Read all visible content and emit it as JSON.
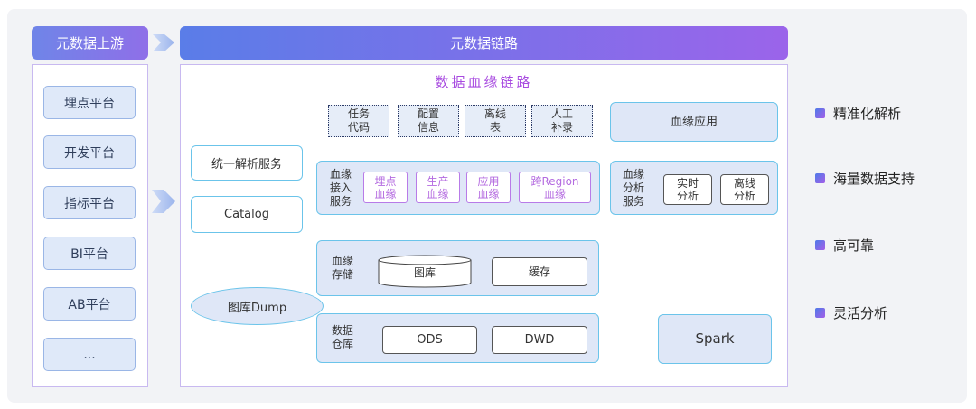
{
  "header": {
    "upstream_title": "元数据上游",
    "chain_title": "元数据链路"
  },
  "upstream": {
    "items": [
      "埋点平台",
      "开发平台",
      "指标平台",
      "BI平台",
      "AB平台",
      "..."
    ]
  },
  "main": {
    "title": "数据血缘链路",
    "sources": [
      {
        "line1": "任务",
        "line2": "代码"
      },
      {
        "line1": "配置",
        "line2": "信息"
      },
      {
        "line1": "离线",
        "line2": "表"
      },
      {
        "line1": "人工",
        "line2": "补录"
      }
    ],
    "unified_service": "统一解析服务",
    "catalog": "Catalog",
    "access": {
      "label_lines": [
        "血缘",
        "接入",
        "服务"
      ],
      "items": [
        {
          "line1": "埋点",
          "line2": "血缘"
        },
        {
          "line1": "生产",
          "line2": "血缘"
        },
        {
          "line1": "应用",
          "line2": "血缘"
        },
        {
          "line1": "跨Region",
          "line2": "血缘"
        }
      ]
    },
    "lineage_app": "血缘应用",
    "analysis": {
      "label_lines": [
        "血缘",
        "分析",
        "服务"
      ],
      "items": [
        {
          "line1": "实时",
          "line2": "分析"
        },
        {
          "line1": "离线",
          "line2": "分析"
        }
      ]
    },
    "storage": {
      "label_lines": [
        "血缘",
        "存储"
      ],
      "graph_db": "图库",
      "cache": "缓存"
    },
    "graph_dump": "图库Dump",
    "warehouse": {
      "label_lines": [
        "数据",
        "仓库"
      ],
      "ods": "ODS",
      "dwd": "DWD"
    },
    "spark": "Spark"
  },
  "features": [
    "精准化解析",
    "海量数据支持",
    "高可靠",
    "灵活分析"
  ],
  "colors": {
    "header_gradient_start": "#5a7de8",
    "header_gradient_end": "#9b64ea",
    "title_purple": "#a84be0",
    "arrow_purple": "#8a6ce8",
    "box_border_cyan": "#6bc4ea",
    "chip_purple": "#b87be8"
  }
}
